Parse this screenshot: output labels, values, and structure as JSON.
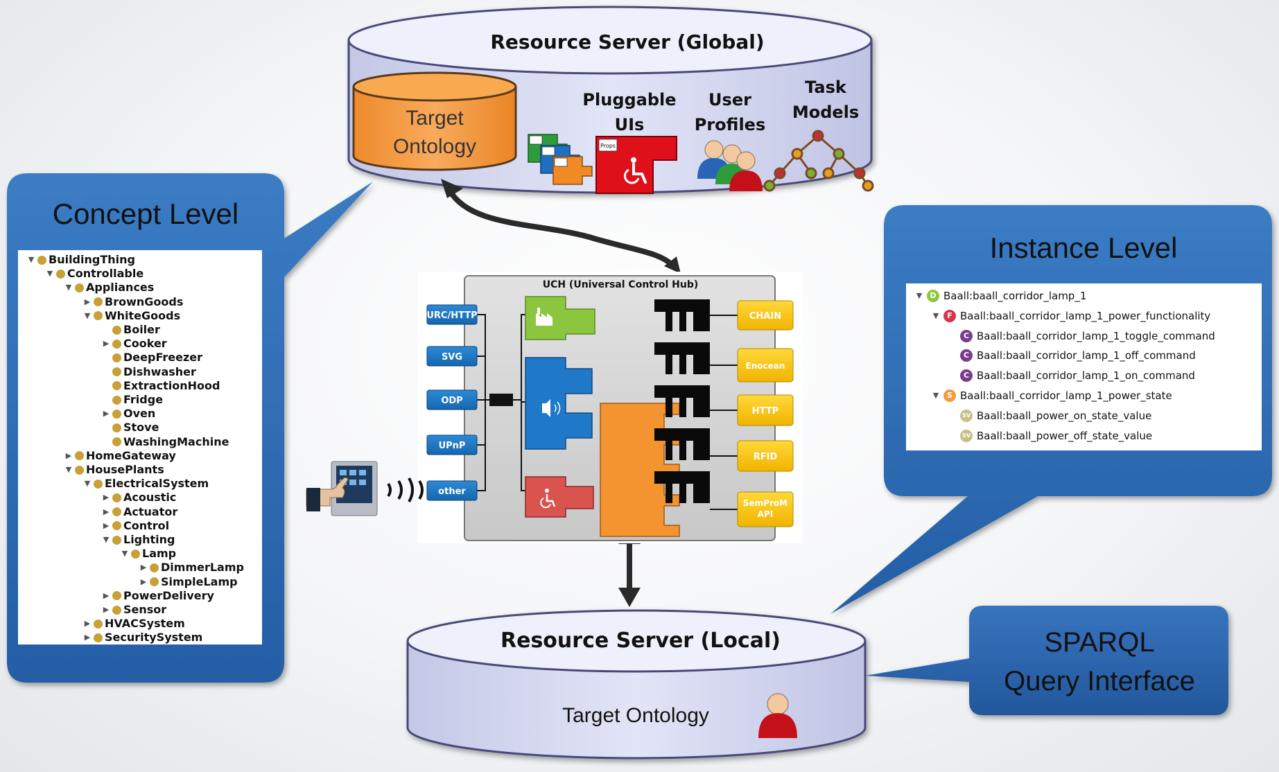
{
  "global_server": {
    "title": "Resource Server (Global)",
    "target_ontology": [
      "Target",
      "Ontology"
    ],
    "pluggable_uis": [
      "Pluggable",
      "UIs"
    ],
    "user_profiles": [
      "User",
      "Profiles"
    ],
    "task_models": [
      "Task",
      "Models"
    ],
    "props_label": "Props"
  },
  "local_server": {
    "title": "Resource Server (Local)",
    "target_ontology": "Target Ontology"
  },
  "concept_level": {
    "title": "Concept Level",
    "tree": [
      {
        "label": "BuildingThing",
        "depth": 0,
        "toggle": "▼"
      },
      {
        "label": "Controllable",
        "depth": 1,
        "toggle": "▼"
      },
      {
        "label": "Appliances",
        "depth": 2,
        "toggle": "▼"
      },
      {
        "label": "BrownGoods",
        "depth": 3,
        "toggle": "▶"
      },
      {
        "label": "WhiteGoods",
        "depth": 3,
        "toggle": "▼"
      },
      {
        "label": "Boiler",
        "depth": 4,
        "toggle": ""
      },
      {
        "label": "Cooker",
        "depth": 4,
        "toggle": "▶"
      },
      {
        "label": "DeepFreezer",
        "depth": 4,
        "toggle": ""
      },
      {
        "label": "Dishwasher",
        "depth": 4,
        "toggle": ""
      },
      {
        "label": "ExtractionHood",
        "depth": 4,
        "toggle": ""
      },
      {
        "label": "Fridge",
        "depth": 4,
        "toggle": ""
      },
      {
        "label": "Oven",
        "depth": 4,
        "toggle": "▶"
      },
      {
        "label": "Stove",
        "depth": 4,
        "toggle": ""
      },
      {
        "label": "WashingMachine",
        "depth": 4,
        "toggle": ""
      },
      {
        "label": "HomeGateway",
        "depth": 2,
        "toggle": "▶"
      },
      {
        "label": "HousePlants",
        "depth": 2,
        "toggle": "▼"
      },
      {
        "label": "ElectricalSystem",
        "depth": 3,
        "toggle": "▼"
      },
      {
        "label": "Acoustic",
        "depth": 4,
        "toggle": "▶"
      },
      {
        "label": "Actuator",
        "depth": 4,
        "toggle": "▶"
      },
      {
        "label": "Control",
        "depth": 4,
        "toggle": "▶"
      },
      {
        "label": "Lighting",
        "depth": 4,
        "toggle": "▼"
      },
      {
        "label": "Lamp",
        "depth": 5,
        "toggle": "▼"
      },
      {
        "label": "DimmerLamp",
        "depth": 6,
        "toggle": "▶"
      },
      {
        "label": "SimpleLamp",
        "depth": 6,
        "toggle": "▶"
      },
      {
        "label": "PowerDelivery",
        "depth": 4,
        "toggle": "▶"
      },
      {
        "label": "Sensor",
        "depth": 4,
        "toggle": "▶"
      },
      {
        "label": "HVACSystem",
        "depth": 3,
        "toggle": "▶"
      },
      {
        "label": "SecuritySystem",
        "depth": 3,
        "toggle": "▶"
      }
    ]
  },
  "instance_level": {
    "title": "Instance Level",
    "tree": [
      {
        "label": "Baall:baall_corridor_lamp_1",
        "depth": 0,
        "toggle": "▼",
        "badge": "D",
        "color": "#8dc63f"
      },
      {
        "label": "Baall:baall_corridor_lamp_1_power_functionality",
        "depth": 1,
        "toggle": "▼",
        "badge": "F",
        "color": "#d8344a"
      },
      {
        "label": "Baall:baall_corridor_lamp_1_toggle_command",
        "depth": 2,
        "toggle": "",
        "badge": "C",
        "color": "#7a3d8c"
      },
      {
        "label": "Baall:baall_corridor_lamp_1_off_command",
        "depth": 2,
        "toggle": "",
        "badge": "C",
        "color": "#7a3d8c"
      },
      {
        "label": "Baall:baall_corridor_lamp_1_on_command",
        "depth": 2,
        "toggle": "",
        "badge": "C",
        "color": "#7a3d8c"
      },
      {
        "label": "Baall:baall_corridor_lamp_1_power_state",
        "depth": 1,
        "toggle": "▼",
        "badge": "S",
        "color": "#f39c3c"
      },
      {
        "label": "Baall:baall_power_on_state_value",
        "depth": 2,
        "toggle": "",
        "badge": "SV",
        "color": "#c8c08a"
      },
      {
        "label": "Baall:baall_power_off_state_value",
        "depth": 2,
        "toggle": "",
        "badge": "SV",
        "color": "#c8c08a"
      }
    ]
  },
  "uch": {
    "title": "UCH (Universal Control Hub)",
    "left_ports": [
      "URC/HTTP",
      "SVG",
      "ODP",
      "UPnP",
      "other"
    ],
    "right_ports": [
      "CHAIN",
      "Enocean",
      "HTTP",
      "RFID",
      "SemProM API"
    ]
  },
  "sparql": {
    "lines": [
      "SPARQL",
      "Query Interface"
    ]
  },
  "colors": {
    "callout_blue": "#2f6db5",
    "db_body": "#d8dcf2",
    "port_blue": "#1f78c8",
    "port_yellow": "#ffcc00",
    "orange": "#f39431",
    "green": "#8cc63f",
    "red_module": "#d9534f"
  },
  "icons": [
    "factory-icon",
    "speech-icon",
    "wheelchair-icon",
    "user-icon",
    "user-group-icon",
    "task-tree-icon",
    "touch-panel-icon"
  ]
}
